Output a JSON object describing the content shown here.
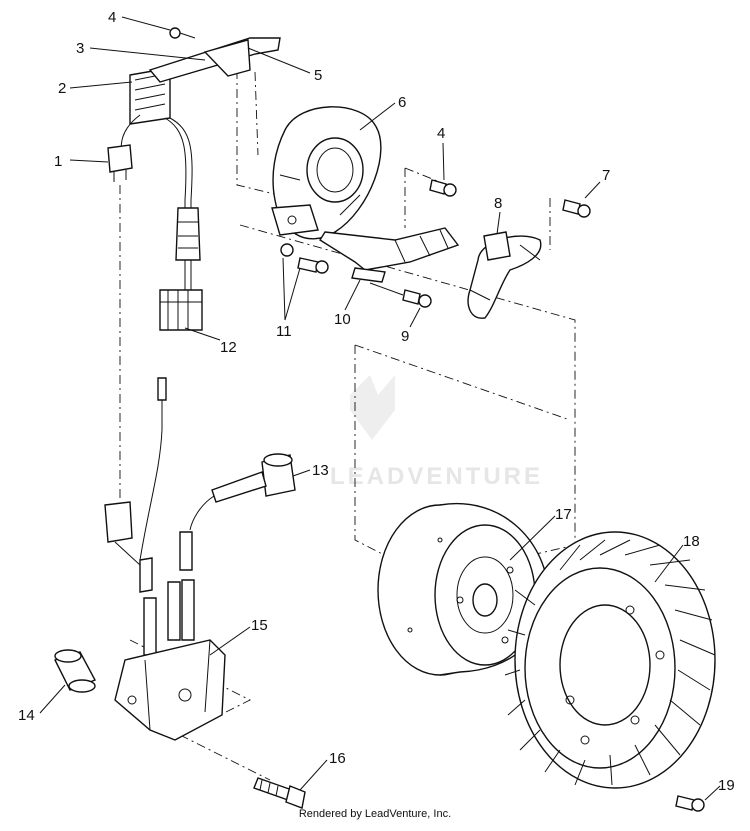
{
  "diagram": {
    "watermark_text": "LEADVENTURE",
    "footer_text": "Rendered by LeadVenture, Inc.",
    "callouts": {
      "c1": "1",
      "c2": "2",
      "c3": "3",
      "c4a": "4",
      "c4b": "4",
      "c5": "5",
      "c6": "6",
      "c7": "7",
      "c8": "8",
      "c9": "9",
      "c10": "10",
      "c11": "11",
      "c12": "12",
      "c13": "13",
      "c14": "14",
      "c15": "15",
      "c16": "16",
      "c17": "17",
      "c18": "18",
      "c19": "19"
    }
  }
}
